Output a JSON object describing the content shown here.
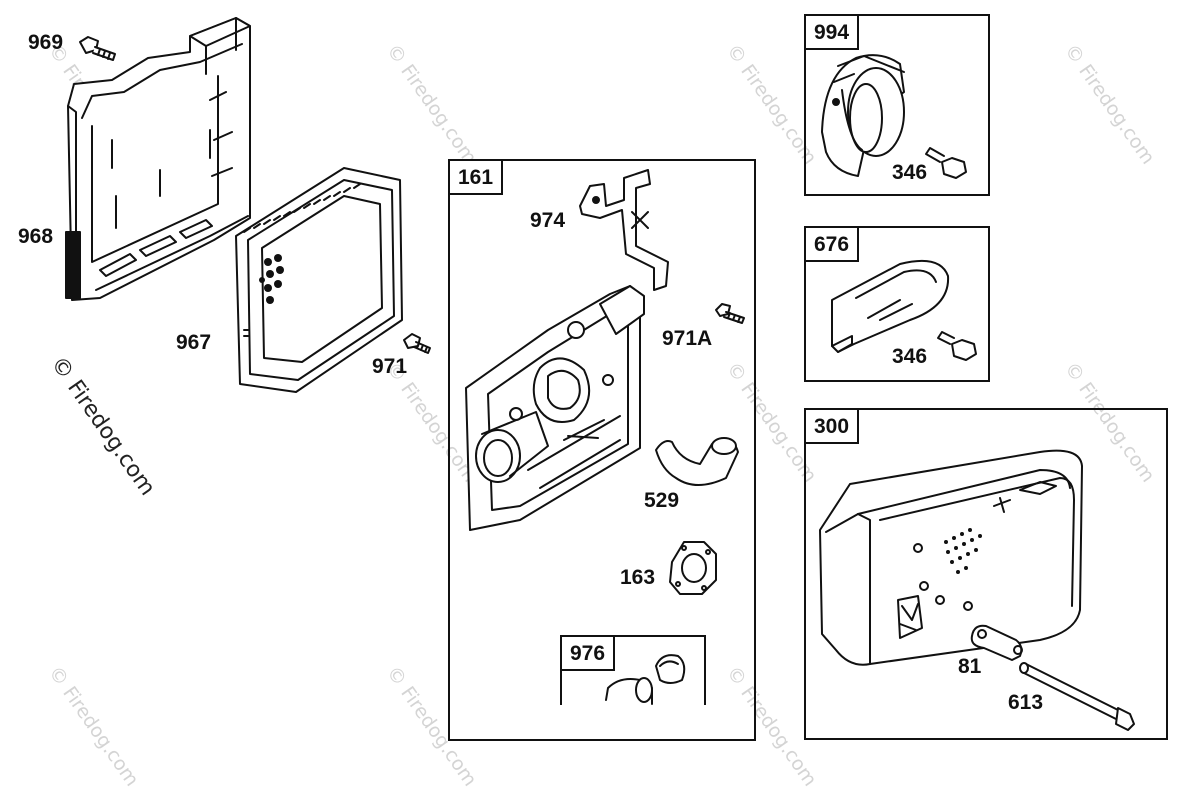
{
  "watermark": "© Firedog.com",
  "parts": {
    "p969": "969",
    "p968": "968",
    "p967": "967",
    "p971": "971",
    "p974": "974",
    "p971a": "971A",
    "p529": "529",
    "p163": "163",
    "p346a": "346",
    "p346b": "346",
    "p81": "81",
    "p613": "613"
  },
  "boxes": {
    "b161": "161",
    "b976": "976",
    "b994": "994",
    "b676": "676",
    "b300": "300"
  }
}
